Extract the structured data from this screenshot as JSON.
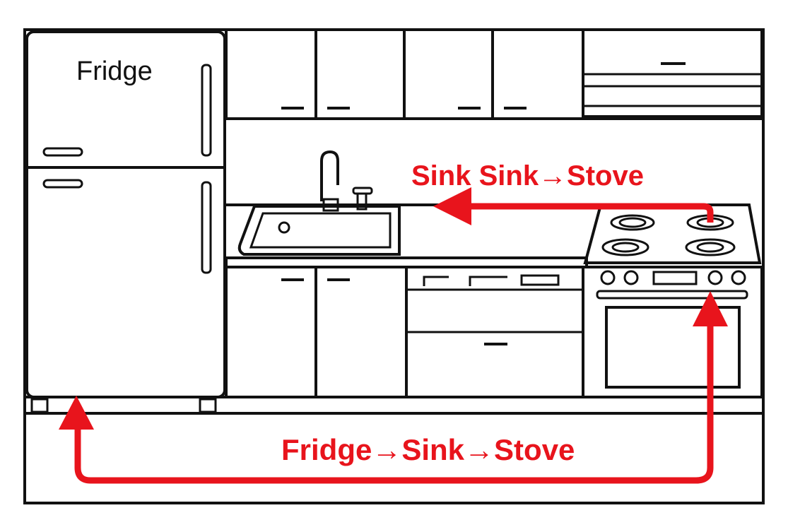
{
  "labels": {
    "fridge": "Fridge",
    "upper_route": "Sink Sink→Stove",
    "lower_route": "Fridge→Sink→Stove"
  },
  "colors": {
    "arrow": "#e8141c",
    "outline": "#111111",
    "background": "#ffffff"
  }
}
